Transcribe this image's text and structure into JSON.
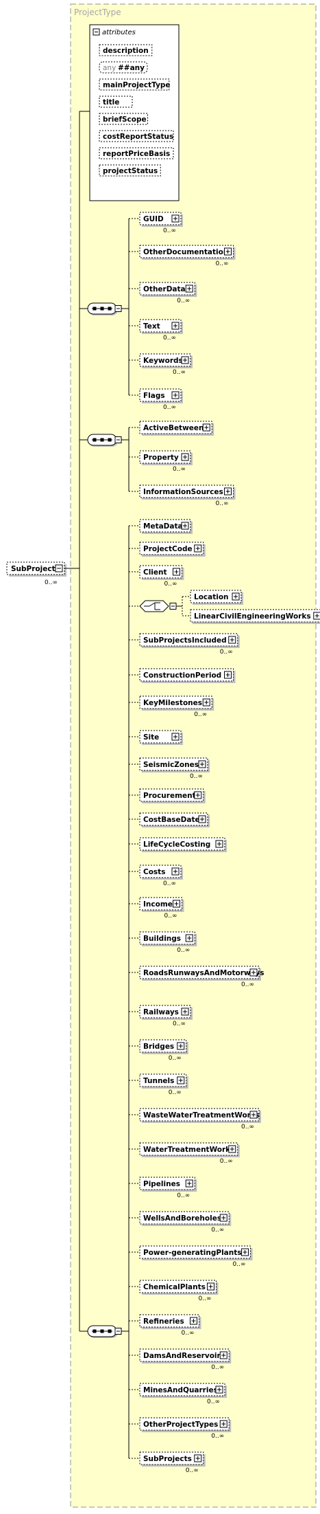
{
  "diagram": {
    "container_title": "ProjectType",
    "attributes_header": "attributes",
    "attributes": [
      "description",
      "##any",
      "mainProjectType",
      "title",
      "briefScope",
      "costReportStatus",
      "reportPriceBasis",
      "projectStatus"
    ],
    "any_prefix": "any",
    "root": {
      "label": "SubProject",
      "occurs": "0..∞"
    },
    "group1": [
      {
        "label": "GUID",
        "occurs": "0..∞"
      },
      {
        "label": "OtherDocumentation",
        "occurs": "0..∞"
      },
      {
        "label": "OtherData",
        "occurs": "0..∞"
      },
      {
        "label": "Text",
        "occurs": "0..∞"
      },
      {
        "label": "Keywords",
        "occurs": "0..∞"
      },
      {
        "label": "Flags",
        "occurs": "0..∞"
      }
    ],
    "group2": [
      {
        "label": "ActiveBetween",
        "occurs": ""
      },
      {
        "label": "Property",
        "occurs": "0..∞"
      },
      {
        "label": "InformationSources",
        "occurs": "0..∞"
      }
    ],
    "group3": [
      {
        "label": "MetaData",
        "occurs": ""
      },
      {
        "label": "ProjectCode",
        "occurs": ""
      },
      {
        "label": "Client",
        "occurs": "0..∞"
      },
      {
        "label": "CHOICE",
        "occurs": ""
      },
      {
        "label": "SubProjectsIncluded",
        "occurs": "0..∞"
      },
      {
        "label": "ConstructionPeriod",
        "occurs": ""
      },
      {
        "label": "KeyMilestones",
        "occurs": "0..∞"
      },
      {
        "label": "Site",
        "occurs": ""
      },
      {
        "label": "SeismicZones",
        "occurs": "0..∞"
      },
      {
        "label": "Procurement",
        "occurs": ""
      },
      {
        "label": "CostBaseDate",
        "occurs": ""
      },
      {
        "label": "LifeCycleCosting",
        "occurs": ""
      },
      {
        "label": "Costs",
        "occurs": "0..∞"
      },
      {
        "label": "Income",
        "occurs": "0..∞"
      },
      {
        "label": "Buildings",
        "occurs": "0..∞"
      },
      {
        "label": "RoadsRunwaysAndMotorways",
        "occurs": "0..∞"
      },
      {
        "label": "Railways",
        "occurs": "0..∞"
      },
      {
        "label": "Bridges",
        "occurs": "0..∞"
      },
      {
        "label": "Tunnels",
        "occurs": "0..∞"
      },
      {
        "label": "WasteWaterTreatmentWorks",
        "occurs": "0..∞"
      },
      {
        "label": "WaterTreatmentWorks",
        "occurs": "0..∞"
      },
      {
        "label": "Pipelines",
        "occurs": "0..∞"
      },
      {
        "label": "WellsAndBoreholes",
        "occurs": "0..∞"
      },
      {
        "label": "Power-generatingPlants",
        "occurs": "0..∞"
      },
      {
        "label": "ChemicalPlants",
        "occurs": "0..∞"
      },
      {
        "label": "Refineries",
        "occurs": "0..∞"
      },
      {
        "label": "DamsAndReservoirs",
        "occurs": "0..∞"
      },
      {
        "label": "MinesAndQuarries",
        "occurs": "0..∞"
      },
      {
        "label": "OtherProjectTypes",
        "occurs": "0..∞"
      },
      {
        "label": "SubProjects",
        "occurs": "0..∞"
      }
    ],
    "choice_items": [
      {
        "label": "Location",
        "occurs": ""
      },
      {
        "label": "LinearCivilEngineeringWorks",
        "occurs": ""
      }
    ]
  }
}
